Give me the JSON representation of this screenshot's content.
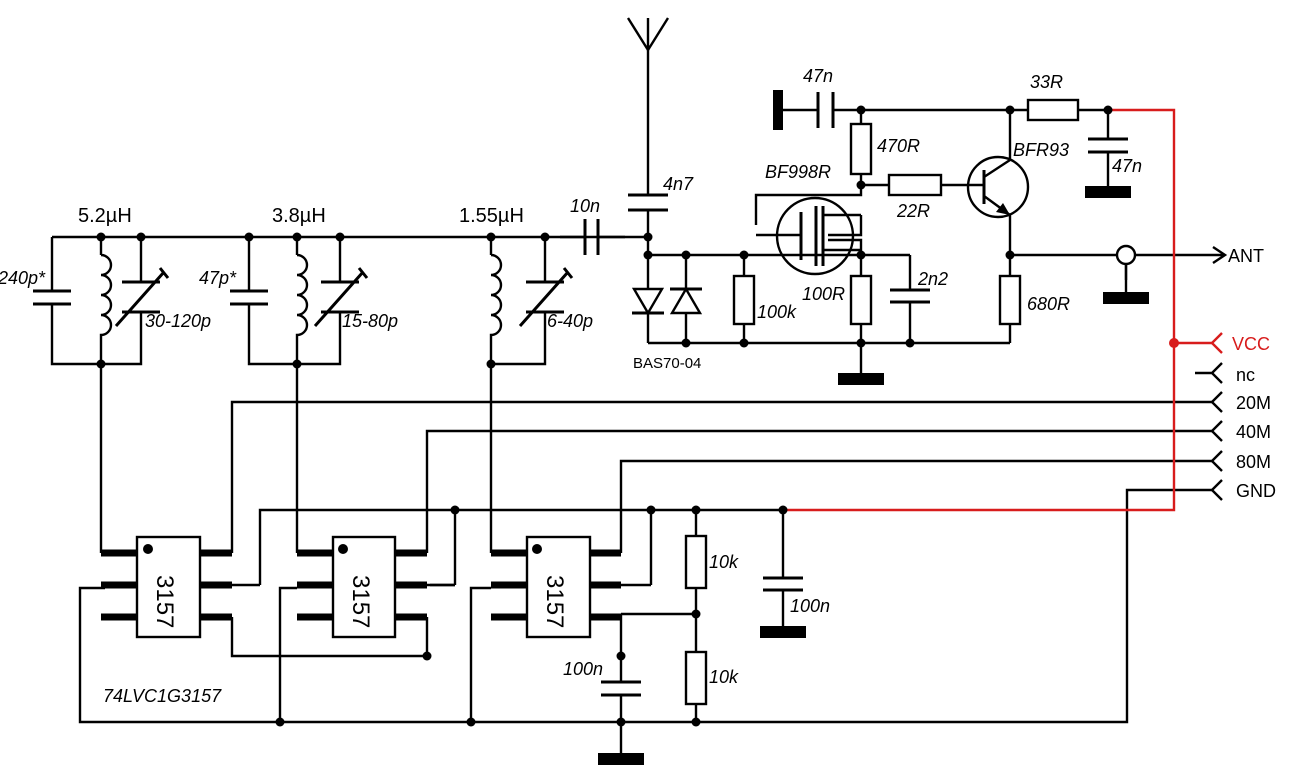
{
  "inductors": [
    "5.2µH",
    "3.8µH",
    "1.55µH"
  ],
  "caps": {
    "fixed1": "240p*",
    "fixed2": "47p*",
    "trim1": "30-120p",
    "trim2": "15-80p",
    "trim3": "6-40p",
    "coupling": "10n",
    "ant_coupling": "4n7",
    "top_bypass": "47n",
    "vcc_bypass": "47n",
    "source_bypass": "2n2",
    "supply_bypass": "100n",
    "ref_bypass": "100n"
  },
  "resistors": {
    "r470": "470R",
    "r33": "33R",
    "r22": "22R",
    "r100k": "100k",
    "r100": "100R",
    "r680": "680R",
    "r10k_top": "10k",
    "r10k_bot": "10k"
  },
  "semis": {
    "mosfet": "BF998R",
    "bjt": "BFR93",
    "diode": "BAS70-04",
    "ic_label": "3157",
    "ic_part": "74LVC1G3157"
  },
  "terminals": [
    "ANT",
    "VCC",
    "nc",
    "20M",
    "40M",
    "80M",
    "GND"
  ],
  "colors": {
    "wire": "#000000",
    "vcc_wire": "#d81c1c"
  }
}
